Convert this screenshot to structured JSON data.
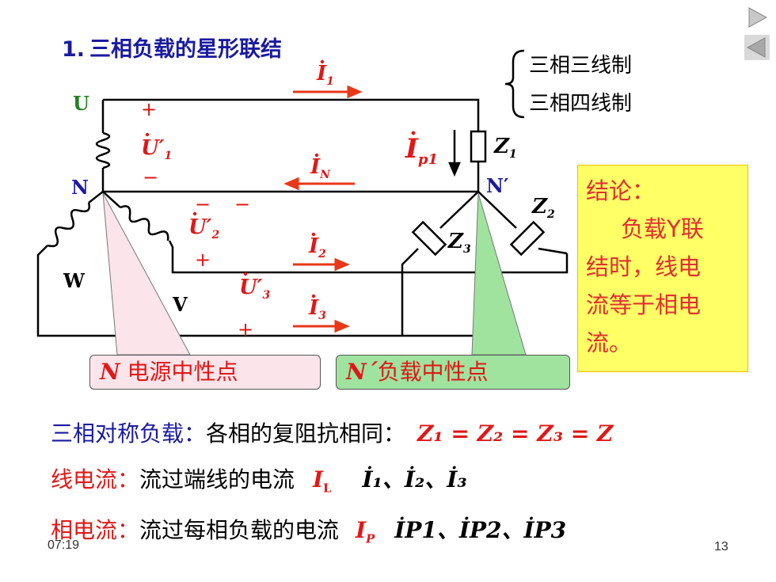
{
  "title": {
    "number": "1.",
    "text": "三相负载的星形联结"
  },
  "nav": {
    "next_icon": "triangle-right-icon",
    "prev_icon": "triangle-left-icon",
    "color": "#c8c8c8"
  },
  "systems": {
    "three_wire": "三相三线制",
    "four_wire": "三相四线制"
  },
  "circuit": {
    "U": "U",
    "N": "N",
    "W": "W",
    "V": "V",
    "Nprime": "N′",
    "plus": "+",
    "minus": "−",
    "U1": "U′",
    "U1_sub": "1",
    "U2": "U′",
    "U2_sub": "2",
    "U3": "U′",
    "U3_sub": "3",
    "I1": "I",
    "I1_sub": "1",
    "I2": "I",
    "I2_sub": "2",
    "I3": "I",
    "I3_sub": "3",
    "IN": "I",
    "IN_sub": "N",
    "Ip1": "I",
    "Ip1_sub": "p1",
    "Z1": "Z",
    "Z1_sub": "1",
    "Z2": "Z",
    "Z2_sub": "2",
    "Z3": "Z",
    "Z3_sub": "3",
    "wire_color": "#000000",
    "arrow_color": "#e83818"
  },
  "conclusion": {
    "line1": "结论：",
    "line2": "负载Y联",
    "line3": "结时，线电",
    "line4": "流等于相电",
    "line5": "流。"
  },
  "callouts": {
    "source_neutral": {
      "letter": "N",
      "text": "电源中性点"
    },
    "load_neutral": {
      "letter": "N´",
      "text": "负载中性点"
    }
  },
  "rows": {
    "symmetric_label": "三相对称负载：",
    "symmetric_text": "各相的复阻抗相同：",
    "symmetric_formula": "Z₁ = Z₂ = Z₃ = Z",
    "line_label": "线电流：",
    "line_text": "流过端线的电流",
    "line_symbol": "I",
    "line_symbol_sub": "L",
    "line_list": "İ₁、İ₂、İ₃",
    "phase_label": "相电流：",
    "phase_text": "流过每相负载的电流",
    "phase_symbol": "I",
    "phase_symbol_sub": "P",
    "phase_list": "İP1、İP2、İP3"
  },
  "footer": {
    "time": "07:19",
    "page": "13"
  }
}
